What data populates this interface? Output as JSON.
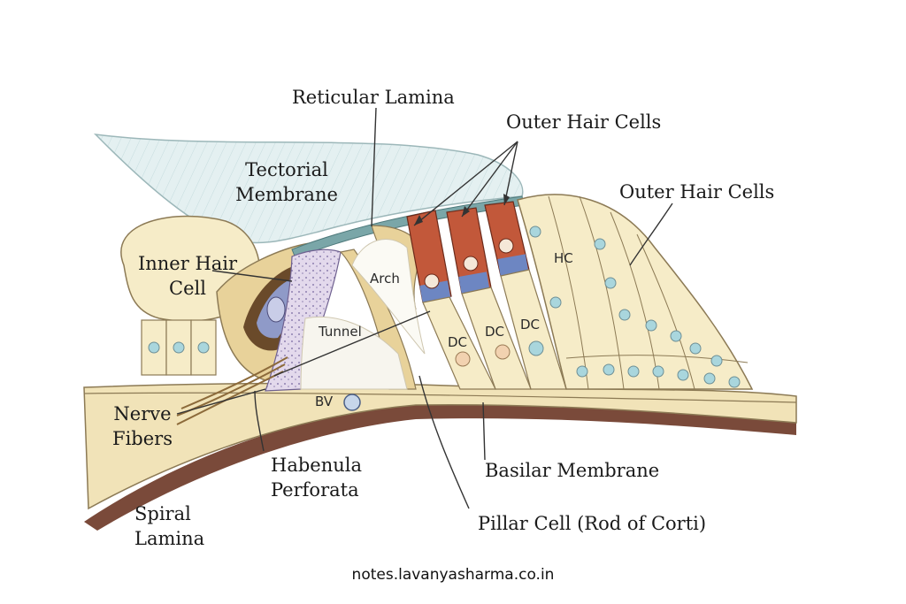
{
  "labels": {
    "reticular_lamina": "Reticular Lamina",
    "outer_hair_cells_top": "Outer Hair Cells",
    "outer_hair_cells_right": "Outer Hair Cells",
    "tectorial_line1": "Tectorial",
    "tectorial_line2": "Membrane",
    "inner_hair_line1": "Inner Hair",
    "inner_hair_line2": "Cell",
    "nerve_line1": "Nerve",
    "nerve_line2": "Fibers",
    "habenula_line1": "Habenula",
    "habenula_line2": "Perforata",
    "spiral_line1": "Spiral",
    "spiral_line2": "Lamina",
    "basilar": "Basilar Membrane",
    "pillar": "Pillar Cell (Rod of Corti)"
  },
  "inner_labels": {
    "arch": "Arch",
    "tunnel": "Tunnel",
    "hc": "HC",
    "dc1": "DC",
    "dc2": "DC",
    "dc3": "DC",
    "bv": "BV"
  },
  "footer": "notes.lavanyasharma.co.in",
  "colors": {
    "tectorial": "#dfeeef",
    "cell_fill": "#f6ecc8",
    "cell_outline": "#8c7a55",
    "hair_cell_red": "#c2583a",
    "hair_cell_blue": "#6d86c2",
    "nucleus": "#a9d6dd",
    "bone": "#7a4a3a",
    "label_line": "#333333"
  }
}
